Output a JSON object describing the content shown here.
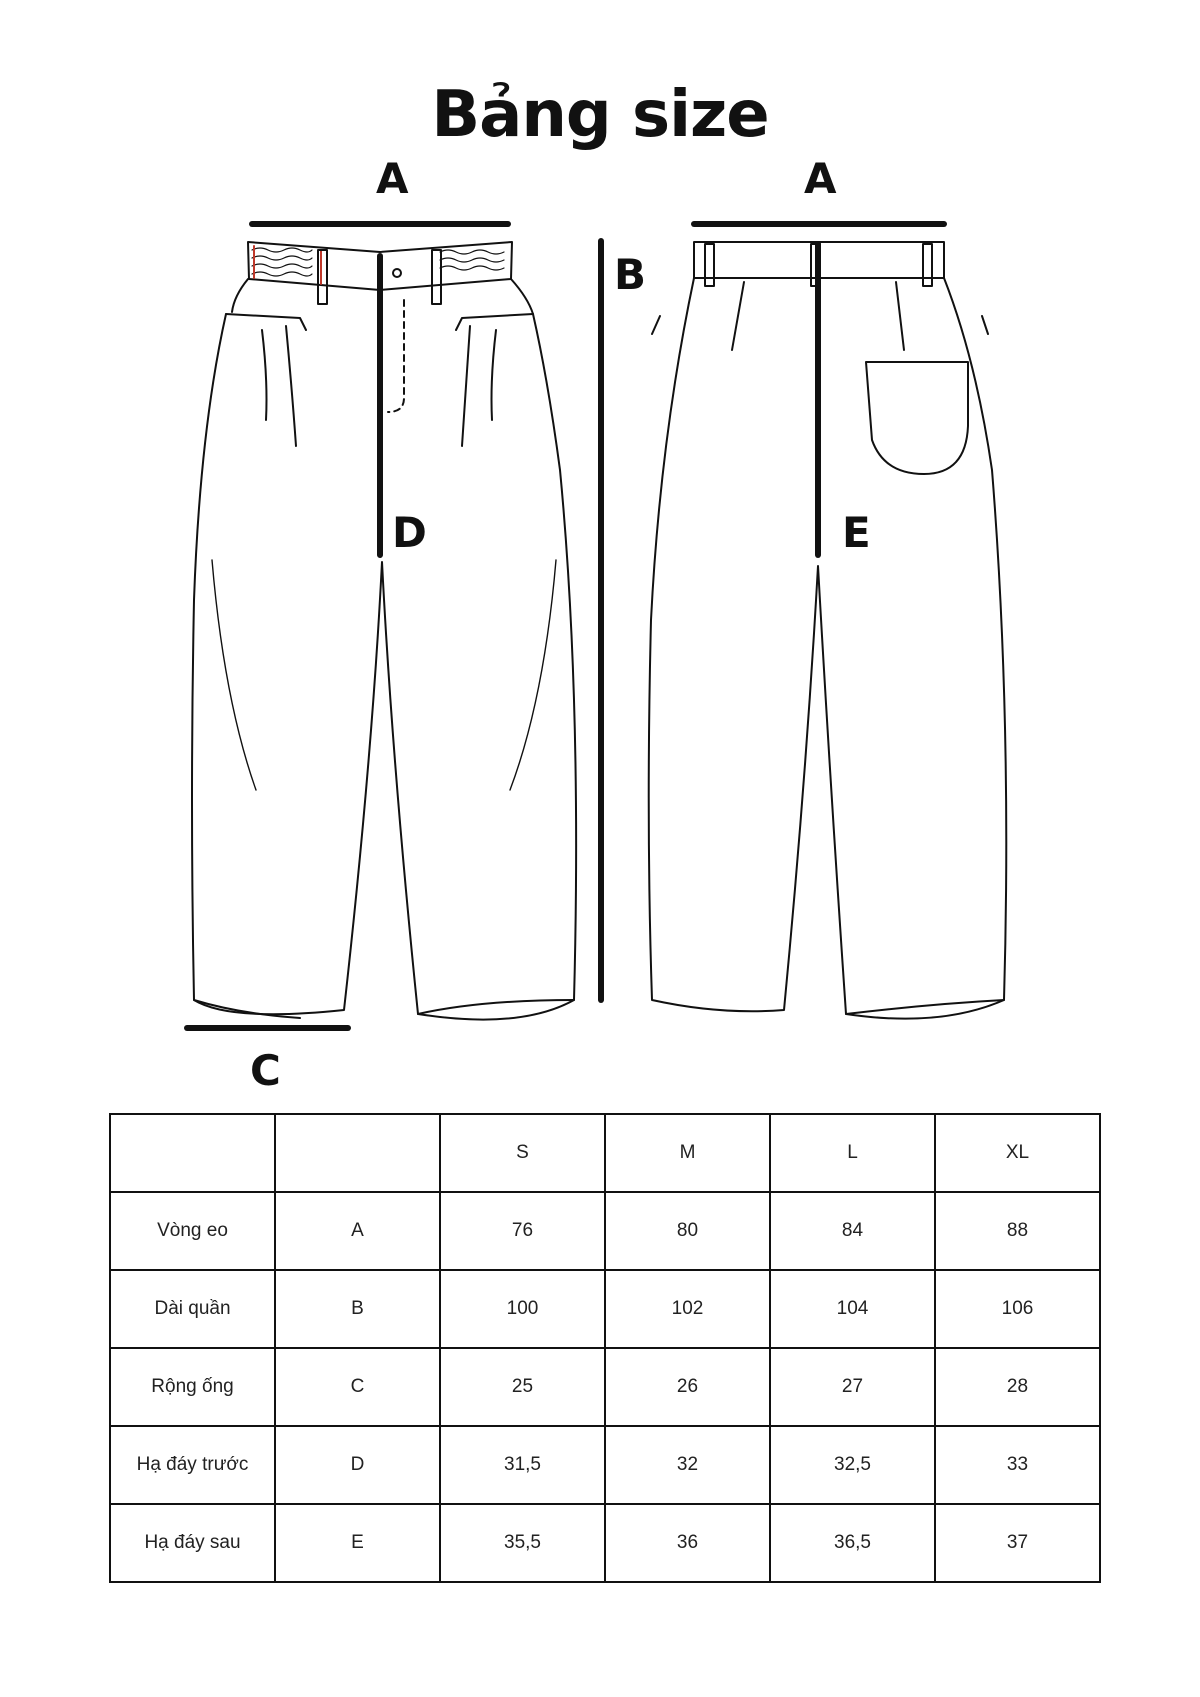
{
  "page": {
    "title": "Bảng size"
  },
  "diagram": {
    "labels": {
      "front_waist": "A",
      "back_waist": "A",
      "length": "B",
      "hem": "C",
      "front_rise": "D",
      "back_rise": "E"
    },
    "colors": {
      "line": "#111111",
      "waistband_accent": "#c0392b"
    }
  },
  "size_table": {
    "headers": [
      "",
      "",
      "S",
      "M",
      "L",
      "XL"
    ],
    "rows": [
      {
        "name": "Vòng eo",
        "code": "A",
        "values": [
          "76",
          "80",
          "84",
          "88"
        ]
      },
      {
        "name": "Dài quần",
        "code": "B",
        "values": [
          "100",
          "102",
          "104",
          "106"
        ]
      },
      {
        "name": "Rộng ống",
        "code": "C",
        "values": [
          "25",
          "26",
          "27",
          "28"
        ]
      },
      {
        "name": "Hạ đáy trước",
        "code": "D",
        "values": [
          "31,5",
          "32",
          "32,5",
          "33"
        ]
      },
      {
        "name": "Hạ đáy sau",
        "code": "E",
        "values": [
          "35,5",
          "36",
          "36,5",
          "37"
        ]
      }
    ]
  }
}
